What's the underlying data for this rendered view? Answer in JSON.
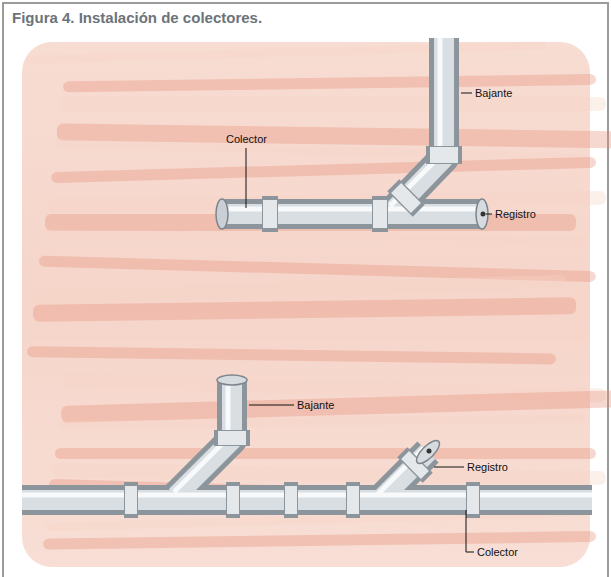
{
  "diagram": {
    "title": "Figura 4. Instalación de colectores.",
    "labels": [
      "Bajante",
      "Colector",
      "Registro",
      "Bajante",
      "Registro",
      "Colector"
    ]
  }
}
